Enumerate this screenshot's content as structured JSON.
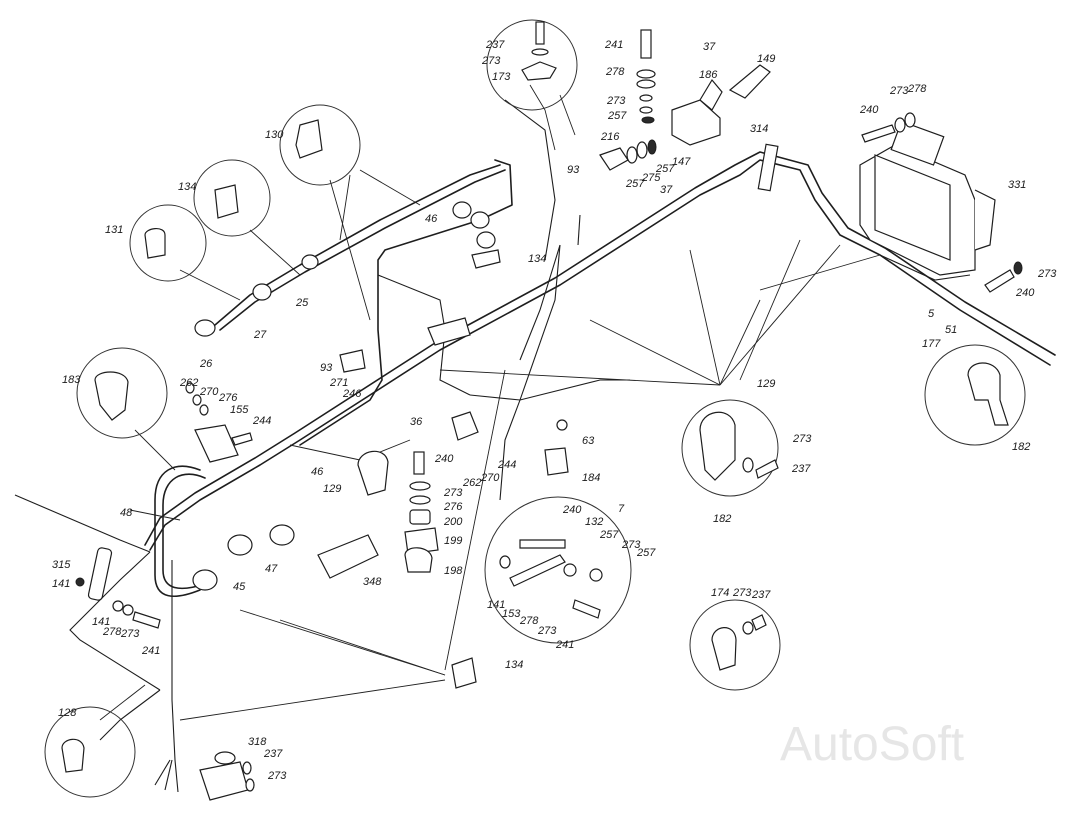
{
  "labels": [
    {
      "id": "l237a",
      "text": "237"
    },
    {
      "id": "l273a",
      "text": "273"
    },
    {
      "id": "l173",
      "text": "173"
    },
    {
      "id": "l241a",
      "text": "241"
    },
    {
      "id": "l37a",
      "text": "37"
    },
    {
      "id": "l278a",
      "text": "278"
    },
    {
      "id": "l186",
      "text": "186"
    },
    {
      "id": "l149",
      "text": "149"
    },
    {
      "id": "l273b",
      "text": "273"
    },
    {
      "id": "l257a",
      "text": "257"
    },
    {
      "id": "l216",
      "text": "216"
    },
    {
      "id": "l147",
      "text": "147"
    },
    {
      "id": "l257b",
      "text": "257"
    },
    {
      "id": "l275",
      "text": "275"
    },
    {
      "id": "l257c",
      "text": "257"
    },
    {
      "id": "l37b",
      "text": "37"
    },
    {
      "id": "l314",
      "text": "314"
    },
    {
      "id": "l240a",
      "text": "240"
    },
    {
      "id": "l273c",
      "text": "273"
    },
    {
      "id": "l278b",
      "text": "278"
    },
    {
      "id": "l331",
      "text": "331"
    },
    {
      "id": "l273d",
      "text": "273"
    },
    {
      "id": "l240b",
      "text": "240"
    },
    {
      "id": "l5",
      "text": "5"
    },
    {
      "id": "l51",
      "text": "51"
    },
    {
      "id": "l177",
      "text": "177"
    },
    {
      "id": "l182a",
      "text": "182"
    },
    {
      "id": "l130",
      "text": "130"
    },
    {
      "id": "l134a",
      "text": "134"
    },
    {
      "id": "l131",
      "text": "131"
    },
    {
      "id": "l93a",
      "text": "93"
    },
    {
      "id": "l46a",
      "text": "46"
    },
    {
      "id": "l134b",
      "text": "134"
    },
    {
      "id": "l25a",
      "text": "25"
    },
    {
      "id": "l27",
      "text": "27"
    },
    {
      "id": "l26",
      "text": "26"
    },
    {
      "id": "l93b",
      "text": "93"
    },
    {
      "id": "l271",
      "text": "271"
    },
    {
      "id": "l246",
      "text": "246"
    },
    {
      "id": "l183",
      "text": "183"
    },
    {
      "id": "l262a",
      "text": "262"
    },
    {
      "id": "l270a",
      "text": "270"
    },
    {
      "id": "l276a",
      "text": "276"
    },
    {
      "id": "l155",
      "text": "155"
    },
    {
      "id": "l244a",
      "text": "244"
    },
    {
      "id": "l36",
      "text": "36"
    },
    {
      "id": "l63",
      "text": "63"
    },
    {
      "id": "l129a",
      "text": "129"
    },
    {
      "id": "l273e",
      "text": "273"
    },
    {
      "id": "l237b",
      "text": "237"
    },
    {
      "id": "l182b",
      "text": "182"
    },
    {
      "id": "l240c",
      "text": "240"
    },
    {
      "id": "l262b",
      "text": "262"
    },
    {
      "id": "l270b",
      "text": "270"
    },
    {
      "id": "l244b",
      "text": "244"
    },
    {
      "id": "l184",
      "text": "184"
    },
    {
      "id": "l46b",
      "text": "46"
    },
    {
      "id": "l129b",
      "text": "129"
    },
    {
      "id": "l273f",
      "text": "273"
    },
    {
      "id": "l276b",
      "text": "276"
    },
    {
      "id": "l200",
      "text": "200"
    },
    {
      "id": "l199",
      "text": "199"
    },
    {
      "id": "l198",
      "text": "198"
    },
    {
      "id": "l7",
      "text": "7"
    },
    {
      "id": "l240d",
      "text": "240"
    },
    {
      "id": "l132",
      "text": "132"
    },
    {
      "id": "l257d",
      "text": "257"
    },
    {
      "id": "l273g",
      "text": "273"
    },
    {
      "id": "l257e",
      "text": "257"
    },
    {
      "id": "l48",
      "text": "48"
    },
    {
      "id": "l47",
      "text": "47"
    },
    {
      "id": "l45",
      "text": "45"
    },
    {
      "id": "l348",
      "text": "348"
    },
    {
      "id": "l315",
      "text": "315"
    },
    {
      "id": "l141a",
      "text": "141"
    },
    {
      "id": "l141b",
      "text": "141"
    },
    {
      "id": "l278c",
      "text": "278"
    },
    {
      "id": "l273h",
      "text": "273"
    },
    {
      "id": "l241b",
      "text": "241"
    },
    {
      "id": "l141c",
      "text": "141"
    },
    {
      "id": "l153",
      "text": "153"
    },
    {
      "id": "l278d",
      "text": "278"
    },
    {
      "id": "l273i",
      "text": "273"
    },
    {
      "id": "l241c",
      "text": "241"
    },
    {
      "id": "l174",
      "text": "174"
    },
    {
      "id": "l273j",
      "text": "273"
    },
    {
      "id": "l237c",
      "text": "237"
    },
    {
      "id": "l134c",
      "text": "134"
    },
    {
      "id": "l128",
      "text": "128"
    },
    {
      "id": "l318",
      "text": "318"
    },
    {
      "id": "l237d",
      "text": "237"
    },
    {
      "id": "l273k",
      "text": "273"
    }
  ],
  "watermark": "AutoSoft"
}
